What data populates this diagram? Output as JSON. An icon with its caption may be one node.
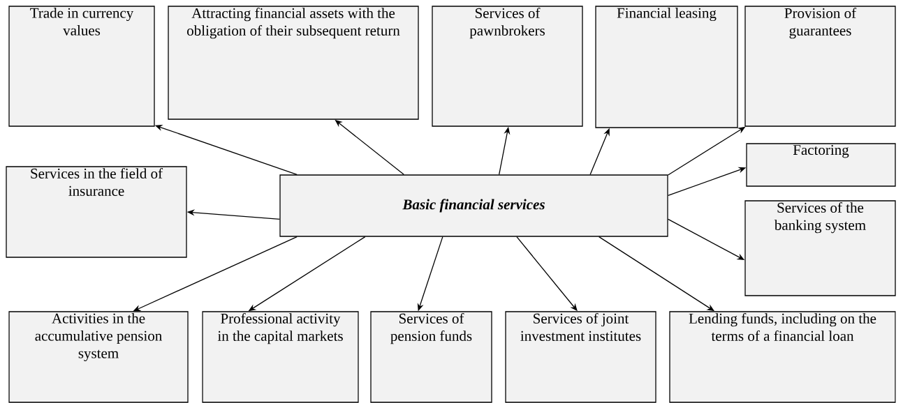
{
  "diagram": {
    "nodes": [
      {
        "text": [
          "Trade in currency values"
        ]
      },
      {
        "text": [
          "Attracting financial assets with the obligation of their subsequent return"
        ]
      },
      {
        "text": [
          "Services of pawnbrokers"
        ]
      },
      {
        "text": [
          "Financial leasing"
        ]
      },
      {
        "text": [
          "Provision of guarantees"
        ]
      },
      {
        "text": [
          "Factoring"
        ]
      },
      {
        "text": [
          "Services in the field of insurance"
        ]
      },
      {
        "text": [
          "Basic financial services"
        ]
      },
      {
        "text": [
          "Services of the banking system"
        ]
      },
      {
        "text": [
          "Activities in the accumulative pension system"
        ]
      },
      {
        "text": [
          "Professional activity in the capital markets"
        ]
      },
      {
        "text": [
          "Services of pension funds"
        ]
      },
      {
        "text": [
          "Services of joint investment institutes"
        ]
      },
      {
        "text": [
          "Lending funds, including on the terms of a financial loan"
        ]
      }
    ],
    "edges": [
      {
        "from": 7,
        "to": 0,
        "arrow": "to"
      },
      {
        "from": 7,
        "to": 1,
        "arrow": "to"
      },
      {
        "from": 7,
        "to": 2,
        "arrow": "to"
      },
      {
        "from": 7,
        "to": 3,
        "arrow": "to"
      },
      {
        "from": 7,
        "to": 4,
        "arrow": "to"
      },
      {
        "from": 7,
        "to": 5,
        "arrow": "to"
      },
      {
        "from": 7,
        "to": 6,
        "arrow": "to"
      },
      {
        "from": 7,
        "to": 8,
        "arrow": "to"
      },
      {
        "from": 7,
        "to": 9,
        "arrow": "to"
      },
      {
        "from": 7,
        "to": 10,
        "arrow": "to"
      },
      {
        "from": 7,
        "to": 11,
        "arrow": "to"
      },
      {
        "from": 7,
        "to": 12,
        "arrow": "to"
      },
      {
        "from": 7,
        "to": 13,
        "arrow": "to"
      }
    ]
  }
}
